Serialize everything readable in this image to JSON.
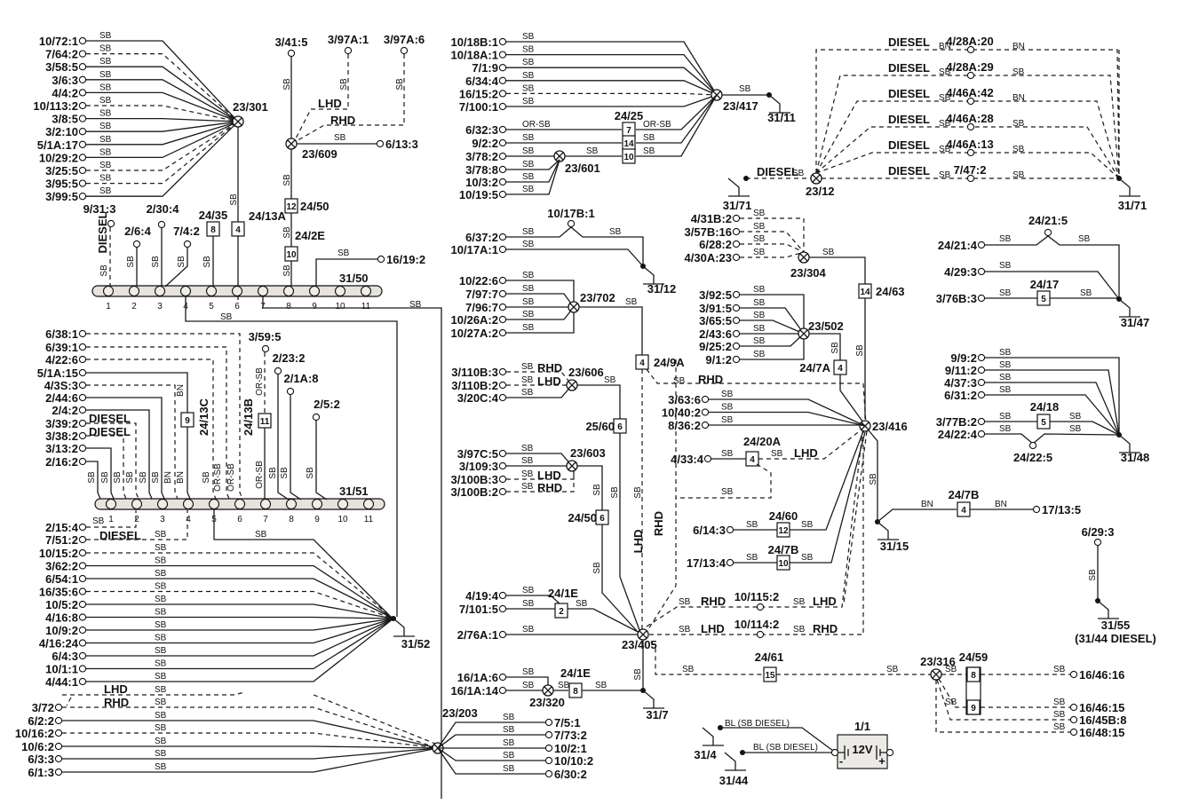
{
  "diagram": {
    "type": "wiring-diagram",
    "subject": "Ground distribution",
    "splice_23_301": {
      "id": "23/301",
      "connectors": [
        {
          "label": "10/72:1",
          "wire": "SB",
          "dashed": false
        },
        {
          "label": "7/64:2",
          "wire": "SB",
          "dashed": true
        },
        {
          "label": "3/58:5",
          "wire": "SB",
          "dashed": false
        },
        {
          "label": "3/6:3",
          "wire": "SB",
          "dashed": false
        },
        {
          "label": "4/4:2",
          "wire": "SB",
          "dashed": false
        },
        {
          "label": "10/113:2",
          "wire": "SB",
          "dashed": true
        },
        {
          "label": "3/8:5",
          "wire": "SB",
          "dashed": false
        },
        {
          "label": "3/2:10",
          "wire": "SB",
          "dashed": false
        },
        {
          "label": "5/1A:17",
          "wire": "SB",
          "dashed": false
        },
        {
          "label": "10/29:2",
          "wire": "SB",
          "dashed": false
        },
        {
          "label": "3/25:5",
          "wire": "SB",
          "dashed": true
        },
        {
          "label": "3/95:5",
          "wire": "SB",
          "dashed": true
        },
        {
          "label": "3/99:5",
          "wire": "SB",
          "dashed": false
        }
      ],
      "out_wire": "SB",
      "via": "24/13A",
      "via_pin": "4"
    },
    "splice_23_609": {
      "id": "23/609",
      "top_connectors": [
        "3/41:5",
        "3/97A:1",
        "3/97A:6"
      ],
      "lhd": "LHD",
      "rhd": "RHD",
      "wire": "SB",
      "out_connector": "6/13:3",
      "conn_24_50": {
        "id": "24/50",
        "pin": "12"
      },
      "conn_24_2E": {
        "id": "24/2E",
        "pin": "10"
      }
    },
    "ground_31_50": {
      "id": "31/50",
      "positions": [
        "1",
        "2",
        "3",
        "4",
        "5",
        "6",
        "7",
        "8",
        "9",
        "10",
        "11"
      ],
      "connectors": [
        {
          "label": "9/31:3",
          "wire": "SB",
          "note": "DIESEL"
        },
        {
          "label": "2/6:4",
          "wire": "SB"
        },
        {
          "label": "2/30:4",
          "wire": "SB"
        },
        {
          "label": "7/4:2",
          "wire": "SB"
        },
        {
          "label": "24/35",
          "pin": "8",
          "wire": "SB"
        },
        {
          "label": "24/13A",
          "pin": "4",
          "wire": "SB"
        },
        {
          "label": "16/19:2",
          "wire": "SB"
        }
      ],
      "link_wire": "SB"
    },
    "ground_31_51": {
      "id": "31/51",
      "positions": [
        "1",
        "2",
        "3",
        "4",
        "5",
        "6",
        "7",
        "8",
        "9",
        "10",
        "11"
      ],
      "connectors": [
        {
          "label": "6/38:1",
          "wire": "OR-SB",
          "dashed": true
        },
        {
          "label": "6/39:1",
          "wire": "OR-SB",
          "dashed": true
        },
        {
          "label": "4/22:6",
          "wire": "SB",
          "dashed": true
        },
        {
          "label": "5/1A:15",
          "wire": "BN",
          "dashed": false
        },
        {
          "label": "4/3S:3",
          "wire": "BN",
          "dashed": true
        },
        {
          "label": "2/44:6",
          "wire": "SB",
          "dashed": false
        },
        {
          "label": "2/4:2",
          "wire": "SB",
          "dashed": false
        },
        {
          "label": "3/39:2",
          "wire": "SB",
          "dashed": true,
          "note": "DIESEL"
        },
        {
          "label": "3/38:2",
          "wire": "SB",
          "dashed": true,
          "note": "DIESEL"
        },
        {
          "label": "3/13:2",
          "wire": "SB",
          "dashed": false
        },
        {
          "label": "2/16:2",
          "wire": "SB",
          "dashed": false
        },
        {
          "label": "3/59:5",
          "wire": "OR-SB",
          "dashed": true
        },
        {
          "label": "2/23:2",
          "wire": "SB"
        },
        {
          "label": "2/1A:8",
          "wire": "SB"
        },
        {
          "label": "2/5:2",
          "wire": "SB"
        }
      ],
      "conn_24_13C": {
        "id": "24/13C",
        "pin": "9"
      },
      "conn_24_13B": {
        "id": "24/13B",
        "pin": "11"
      },
      "extra": [
        {
          "label": "2/15:4",
          "wire": "SB",
          "dashed": true
        },
        {
          "label": "7/51:2",
          "wire": "SB",
          "dashed": true,
          "note": "DIESEL"
        }
      ]
    },
    "ground_31_52": {
      "id": "31/52",
      "connectors": [
        {
          "label": "10/15:2",
          "wire": "SB",
          "dashed": true
        },
        {
          "label": "3/62:2",
          "wire": "SB",
          "dashed": false
        },
        {
          "label": "6/54:1",
          "wire": "SB",
          "dashed": false
        },
        {
          "label": "16/35:6",
          "wire": "SB",
          "dashed": true
        },
        {
          "label": "10/5:2",
          "wire": "SB",
          "dashed": false
        },
        {
          "label": "4/16:8",
          "wire": "SB",
          "dashed": false
        },
        {
          "label": "10/9:2",
          "wire": "SB",
          "dashed": false
        },
        {
          "label": "4/16:24",
          "wire": "SB",
          "dashed": false
        },
        {
          "label": "6/4:3",
          "wire": "SB",
          "dashed": false
        },
        {
          "label": "10/1:1",
          "wire": "SB",
          "dashed": false
        },
        {
          "label": "4/44:1",
          "wire": "SB",
          "dashed": false
        }
      ],
      "link_wire": "SB"
    },
    "splice_23_203": {
      "id": "23/203",
      "left": [
        {
          "label": "3/72",
          "wire": "SB",
          "dashed": true,
          "notes": [
            "LHD",
            "RHD"
          ]
        },
        {
          "label": "6/2:2",
          "wire": "SB",
          "dashed": false
        },
        {
          "label": "10/16:2",
          "wire": "SB",
          "dashed": true
        },
        {
          "label": "10/6:2",
          "wire": "SB",
          "dashed": false
        },
        {
          "label": "6/3:3",
          "wire": "SB",
          "dashed": false
        },
        {
          "label": "6/1:3",
          "wire": "SB",
          "dashed": false
        }
      ],
      "right": [
        {
          "label": "7/5:1",
          "wire": "SB"
        },
        {
          "label": "7/73:2",
          "wire": "SB"
        },
        {
          "label": "10/2:1",
          "wire": "SB"
        },
        {
          "label": "10/10:2",
          "wire": "SB"
        },
        {
          "label": "6/30:2",
          "wire": "SB"
        }
      ]
    },
    "splice_23_417": {
      "id": "23/417",
      "ground": "31/11",
      "connectors": [
        {
          "label": "10/18B:1",
          "wire": "SB",
          "dashed": false
        },
        {
          "label": "10/18A:1",
          "wire": "SB",
          "dashed": false
        },
        {
          "label": "7/1:9",
          "wire": "SB",
          "dashed": false
        },
        {
          "label": "6/34:4",
          "wire": "SB",
          "dashed": false
        },
        {
          "label": "16/15:2",
          "wire": "SB",
          "dashed": true
        },
        {
          "label": "7/100:1",
          "wire": "SB",
          "dashed": false
        }
      ],
      "out_wire": "SB",
      "conn_24_25": {
        "id": "24/25",
        "pins": [
          "7",
          "14",
          "10"
        ],
        "rows": [
          {
            "label": "6/32:3",
            "wire_in": "OR-SB",
            "wire_out": "OR-SB"
          },
          {
            "label": "9/2:2",
            "wire_in": "SB",
            "wire_out": "SB"
          },
          {
            "label": "3/78:2",
            "wire_in": "SB",
            "wire_out": "SB"
          }
        ]
      },
      "splice_23_601": {
        "id": "23/601",
        "connectors": [
          "3/78:2",
          "3/78:8",
          "10/3:2",
          "10/19:5"
        ],
        "wire": "SB"
      }
    },
    "diesel_23_12": {
      "id": "23/12",
      "ground_left": "31/71",
      "ground_right": "31/71",
      "left_note": "DIESEL",
      "left_wire": "SB",
      "rows": [
        {
          "note": "DIESEL",
          "wire_in": "BN",
          "label": "4/28A:20",
          "wire_out": "BN"
        },
        {
          "note": "DIESEL",
          "wire_in": "SB",
          "label": "4/28A:29",
          "wire_out": "SB"
        },
        {
          "note": "DIESEL",
          "wire_in": "SB",
          "label": "4/46A:42",
          "wire_out": "BN"
        },
        {
          "note": "DIESEL",
          "wire_in": "SB",
          "label": "4/46A:28",
          "wire_out": "SB"
        },
        {
          "note": "DIESEL",
          "wire_in": "SB",
          "label": "4/46A:13",
          "wire_out": "SB"
        },
        {
          "note": "DIESEL",
          "wire_in": "SB",
          "label": "7/47:2",
          "wire_out": "SB"
        }
      ]
    },
    "ground_31_12": {
      "id": "31/12",
      "top": "10/17B:1",
      "connectors": [
        {
          "label": "6/37:2",
          "wire": "SB"
        },
        {
          "label": "10/17A:1",
          "wire": "SB"
        }
      ],
      "wire_out": "SB"
    },
    "splice_23_702": {
      "id": "23/702",
      "connectors": [
        "10/22:6",
        "7/97:7",
        "7/96:7",
        "10/26A:2",
        "10/27A:2"
      ],
      "wire": "SB",
      "via": {
        "id": "24/9A",
        "pin": "4"
      }
    },
    "splice_23_606": {
      "id": "23/606",
      "connectors": [
        {
          "label": "3/110B:3",
          "wire": "SB",
          "note": "RHD",
          "dashed": true
        },
        {
          "label": "3/110B:2",
          "wire": "SB",
          "note": "LHD",
          "dashed": true
        },
        {
          "label": "3/20C:4",
          "wire": "SB",
          "dashed": false
        }
      ],
      "wire_out": "SB",
      "via": {
        "id": "25/60",
        "pin": "6"
      }
    },
    "splice_23_603": {
      "id": "23/603",
      "connectors": [
        {
          "label": "3/97C:5",
          "wire": "SB",
          "dashed": false
        },
        {
          "label": "3/109:3",
          "wire": "SB",
          "dashed": false
        },
        {
          "label": "3/100B:3",
          "wire": "SB",
          "note": "LHD",
          "dashed": true
        },
        {
          "label": "3/100B:2",
          "wire": "SB",
          "note": "RHD",
          "dashed": true
        }
      ],
      "via": {
        "id": "24/50",
        "pin": "6"
      }
    },
    "splice_23_405": {
      "id": "23/405",
      "ground": "31/7",
      "connectors": [
        {
          "label": "4/19:4",
          "wire": "SB"
        },
        {
          "label": "7/101:5",
          "wire": "SB"
        },
        {
          "label": "2/76A:1",
          "wire": "SB"
        }
      ],
      "conn_24_1E_a": {
        "id": "24/1E",
        "pin": "2"
      },
      "right_rows": [
        {
          "w1": "SB",
          "n1": "RHD",
          "label": "10/115:2",
          "w2": "SB",
          "n2": "LHD"
        },
        {
          "w1": "SB",
          "n1": "LHD",
          "label": "10/114:2",
          "w2": "SB",
          "n2": "RHD"
        }
      ],
      "vertical_notes": [
        "LHD",
        "RHD"
      ],
      "splice_23_320": {
        "id": "23/320",
        "connectors": [
          "16/1A:6",
          "16/1A:14"
        ],
        "wire": "SB",
        "via": {
          "id": "24/1E",
          "pin": "8"
        }
      },
      "conn_24_61": {
        "id": "24/61",
        "pin": "15",
        "wire": "SB"
      }
    },
    "splice_23_304": {
      "id": "23/304",
      "connectors": [
        "4/31B:2",
        "3/57B:16",
        "6/28:2",
        "4/30A:23"
      ],
      "wire": "SB",
      "via": {
        "id": "24/63",
        "pin": "14"
      }
    },
    "splice_23_502": {
      "id": "23/502",
      "connectors": [
        "3/92:5",
        "3/91:5",
        "3/65:5",
        "2/43:6",
        "9/25:2",
        "9/1:2"
      ],
      "wire": "SB",
      "via": {
        "id": "24/7A",
        "pin": "4"
      }
    },
    "splice_23_416": {
      "id": "23/416",
      "ground": "31/15",
      "top_row": {
        "wire": "SB",
        "note": "RHD"
      },
      "connectors": [
        {
          "label": "3/63:6",
          "wire": "SB"
        },
        {
          "label": "10/40:2",
          "wire": "SB"
        },
        {
          "label": "8/36:2",
          "wire": "SB"
        }
      ],
      "conn_24_20A": {
        "id": "24/20A",
        "pin": "4",
        "label": "4/33:4",
        "wire_in": "SB",
        "wire_out": "SB",
        "note": "LHD",
        "wire_down": "SB",
        "note_down": "RHD"
      },
      "conn_24_60": {
        "id": "24/60",
        "pin": "12",
        "label": "6/14:3",
        "wire_in": "SB",
        "wire_out": "SB"
      },
      "conn_24_7B_a": {
        "id": "24/7B",
        "pin": "10",
        "label": "17/13:4",
        "wire_in": "SB",
        "wire_out": "SB"
      },
      "conn_24_7B_b": {
        "id": "24/7B",
        "pin": "4",
        "label": "17/13:5",
        "wire_in": "BN",
        "wire_out": "BN"
      },
      "wire_down": "SB"
    },
    "ground_31_47": {
      "id": "31/47",
      "top": "24/21:5",
      "connectors": [
        {
          "label": "24/21:4",
          "wire": "SB"
        },
        {
          "label": "4/29:3",
          "wire": "SB"
        },
        {
          "label": "3/76B:3",
          "wire": "SB",
          "via": {
            "id": "24/17",
            "pin": "5"
          }
        }
      ]
    },
    "ground_31_48": {
      "id": "31/48",
      "bottom": "24/22:5",
      "connectors": [
        {
          "label": "9/9:2",
          "wire": "SB"
        },
        {
          "label": "9/11:2",
          "wire": "SB"
        },
        {
          "label": "4/37:3",
          "wire": "SB"
        },
        {
          "label": "6/31:2",
          "wire": "SB"
        },
        {
          "label": "3/77B:2",
          "wire": "SB",
          "via": {
            "id": "24/18",
            "pin": "5"
          }
        },
        {
          "label": "24/22:4",
          "wire": "SB"
        }
      ]
    },
    "ground_31_55": {
      "id": "31/55",
      "note": "(31/44 DIESEL)",
      "connector": "6/29:3",
      "wire": "SB"
    },
    "splice_23_316": {
      "id": "23/316",
      "conn_24_59": {
        "id": "24/59",
        "pins": [
          "8",
          "9"
        ]
      },
      "connectors": [
        {
          "label": "16/46:16",
          "wire": "SB"
        },
        {
          "label": "16/46:15",
          "wire": "SB"
        },
        {
          "label": "16/45B:8",
          "wire": "SB"
        },
        {
          "label": "16/48:15",
          "wire": "SB"
        }
      ]
    },
    "battery": {
      "id": "1/1",
      "voltage": "12V",
      "minus": "-",
      "plus": "+",
      "grounds": [
        {
          "id": "31/4",
          "wire": "BL (SB DIESEL)"
        },
        {
          "id": "31/44",
          "wire": "BL (SB DIESEL)"
        }
      ]
    }
  }
}
